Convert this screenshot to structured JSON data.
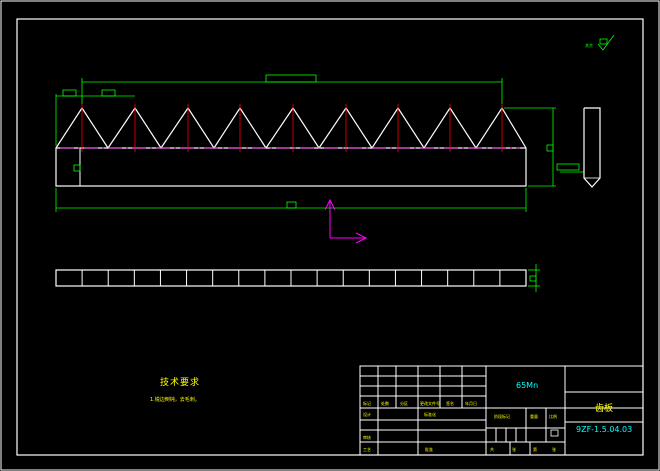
{
  "technical_requirements": {
    "title": "技术要求",
    "body": "1.锐边倒钝，去毛刺。"
  },
  "surface_finish": {
    "label": "其余"
  },
  "title_block": {
    "material": "65Mn",
    "part_name": "齿板",
    "drawing_number": "9ZF-1.5.04.03",
    "cells": {
      "c1": "标记",
      "c2": "处数",
      "c3": "分区",
      "c4": "更改文件号",
      "c5": "签名",
      "c6": "年月日",
      "c7": "设计",
      "c8": "标准化",
      "c9": "阶段标记",
      "c10": "重量",
      "c11": "比例",
      "c12": "审核",
      "c13": "工艺",
      "c14": "批准",
      "c15": "共",
      "c16": "张",
      "c17": "第",
      "c18": "张"
    }
  },
  "colors": {
    "border": "#ffffff",
    "outline": "#ffffff",
    "dimension": "#00ff00",
    "centerline": "#ff00ff",
    "hidden": "#ff0000",
    "ucs": "#ff00ff",
    "text": "#ffff00"
  }
}
